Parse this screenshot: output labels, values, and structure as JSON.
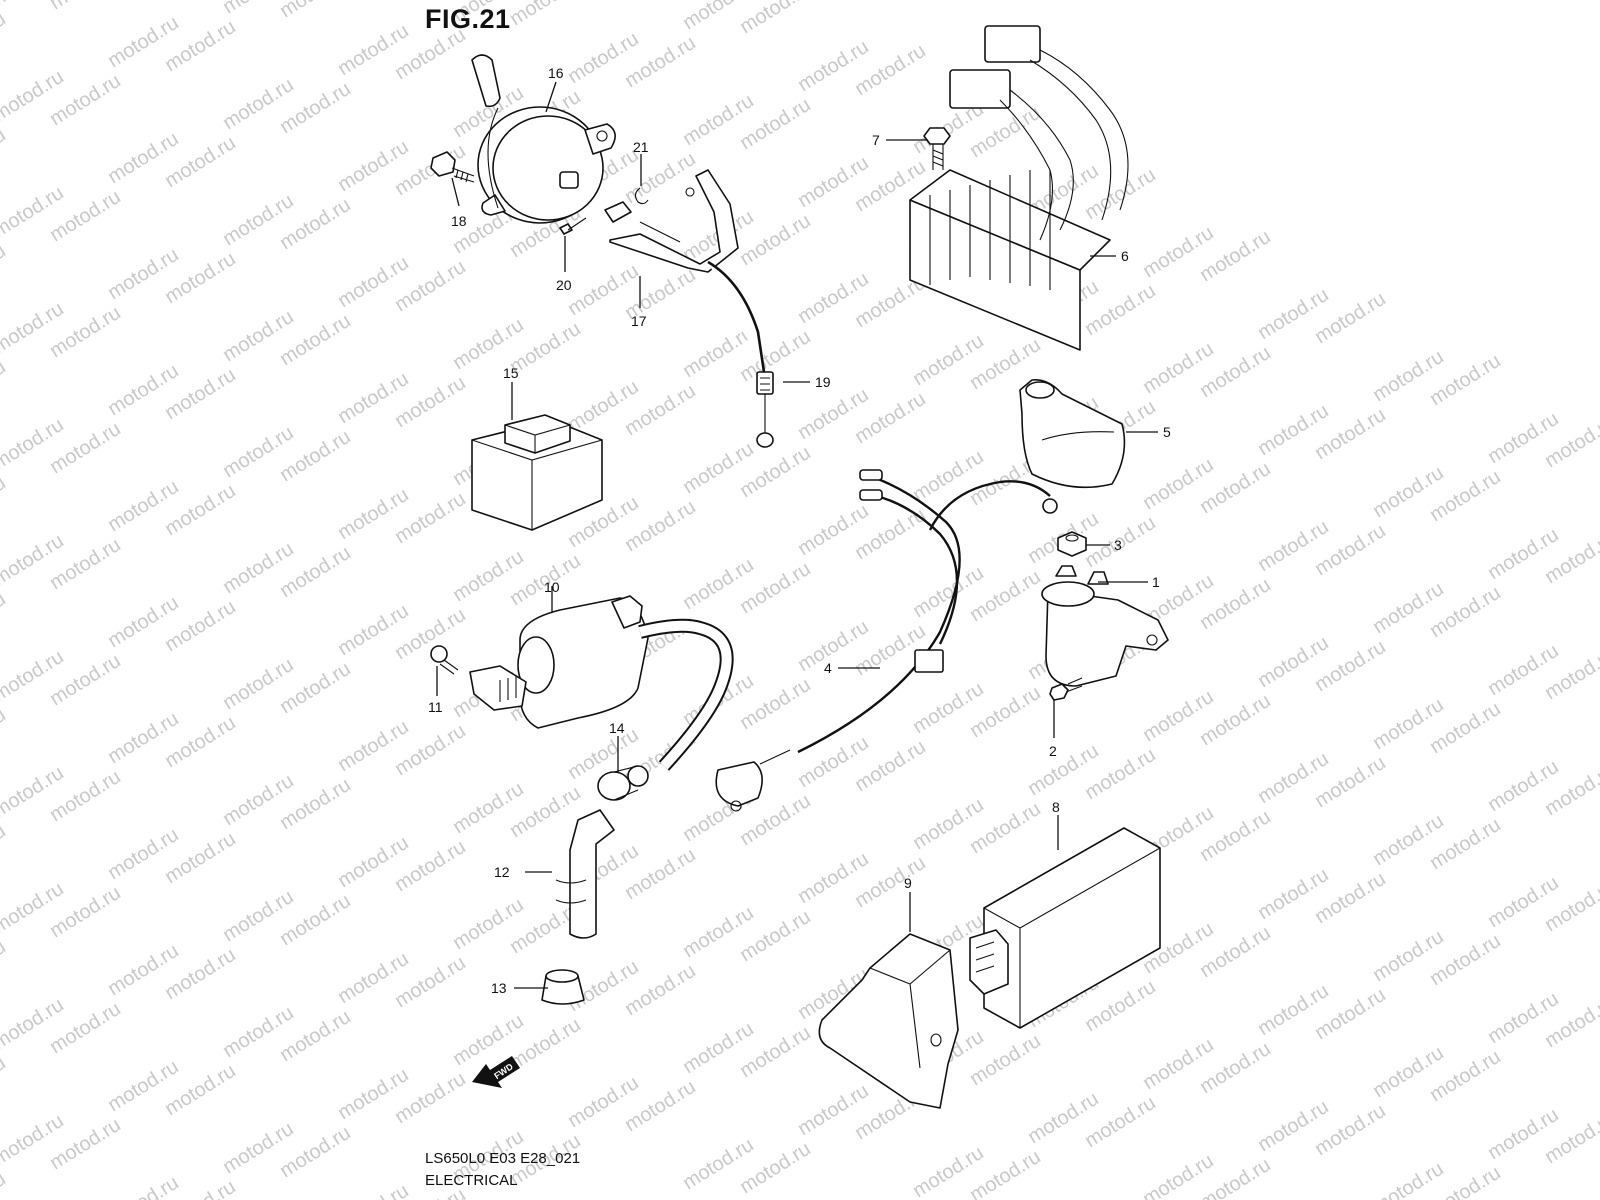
{
  "figure": {
    "title": "FIG.21",
    "code": "LS650L0 E03 E28_021",
    "name": "ELECTRICAL"
  },
  "watermark": {
    "text": "motod.ru",
    "color": "#c9c9c9"
  },
  "fwd_arrow": {
    "label": "FWD"
  },
  "callouts": [
    {
      "id": "part-1",
      "label": "1"
    },
    {
      "id": "part-2",
      "label": "2"
    },
    {
      "id": "part-3",
      "label": "3"
    },
    {
      "id": "part-4",
      "label": "4"
    },
    {
      "id": "part-5",
      "label": "5"
    },
    {
      "id": "part-6",
      "label": "6"
    },
    {
      "id": "part-7",
      "label": "7"
    },
    {
      "id": "part-8",
      "label": "8"
    },
    {
      "id": "part-9",
      "label": "9"
    },
    {
      "id": "part-10",
      "label": "10"
    },
    {
      "id": "part-11",
      "label": "11"
    },
    {
      "id": "part-12",
      "label": "12"
    },
    {
      "id": "part-13",
      "label": "13"
    },
    {
      "id": "part-14",
      "label": "14"
    },
    {
      "id": "part-15",
      "label": "15"
    },
    {
      "id": "part-16",
      "label": "16"
    },
    {
      "id": "part-17",
      "label": "17"
    },
    {
      "id": "part-18",
      "label": "18"
    },
    {
      "id": "part-19",
      "label": "19"
    },
    {
      "id": "part-20",
      "label": "20"
    },
    {
      "id": "part-21",
      "label": "21"
    }
  ]
}
